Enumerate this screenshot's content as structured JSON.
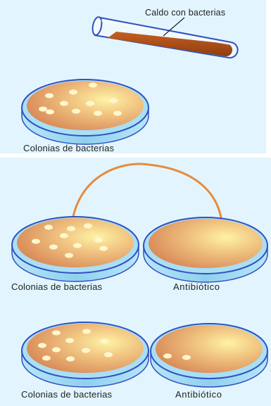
{
  "tube": {
    "label": "Caldo con bacterias",
    "broth_color": "#b55218"
  },
  "plates": [
    {
      "label": "Colonias de bacterias"
    },
    {
      "label": "Colonias de bacterias"
    },
    {
      "label": "Antibiótico"
    },
    {
      "label": "Colonias de bacterias"
    },
    {
      "label": "Antibiótico"
    }
  ],
  "colors": {
    "background": "#e2f5fe",
    "dish_rim": "#3050c0",
    "dish_side": "#9fd8f2",
    "agar": "#e3a262",
    "colony": "#fff6cc",
    "arrow": "#e88a3c"
  }
}
